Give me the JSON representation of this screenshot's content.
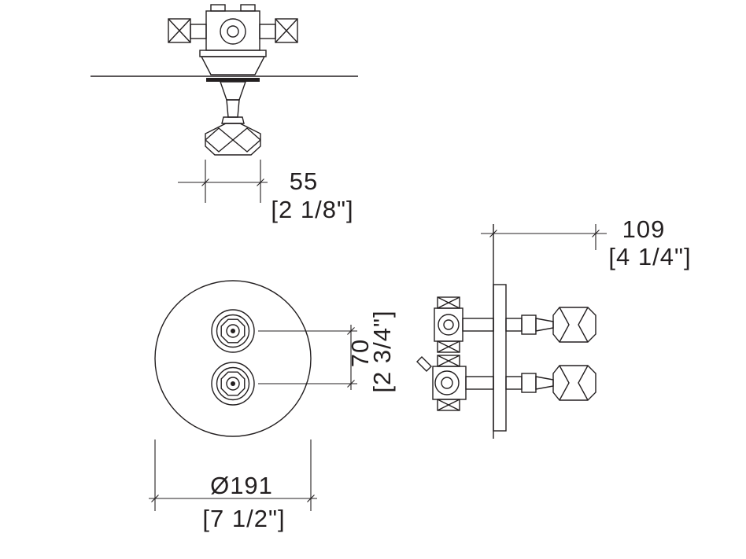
{
  "drawing": {
    "colors": {
      "line": "#231f20",
      "background": "#ffffff"
    },
    "dimensions": {
      "top_width": {
        "metric": "55",
        "imperial": "[2 1/8\"]"
      },
      "handle_spacing": {
        "metric": "70",
        "imperial": "[2 3/4\"]"
      },
      "plate_diameter": {
        "metric": "Ø191",
        "imperial": "[7 1/2\"]"
      },
      "depth": {
        "metric": "109",
        "imperial": "[4 1/4\"]"
      }
    }
  }
}
